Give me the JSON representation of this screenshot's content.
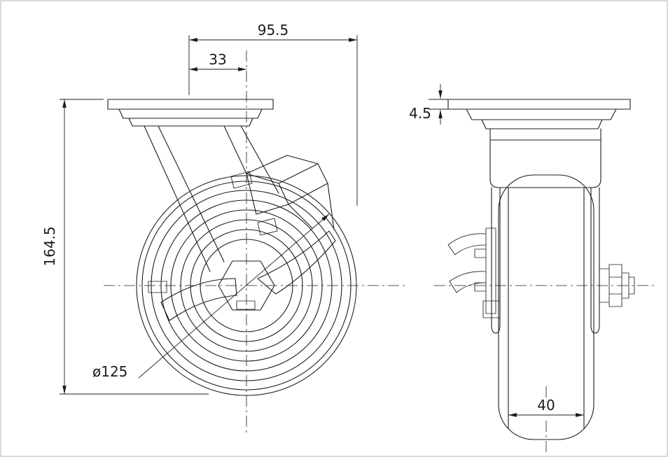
{
  "drawing": {
    "dimensions": {
      "plate_span": "95.5",
      "swivel_offset": "33",
      "overall_height": "164.5",
      "plate_thickness": "4.5",
      "wheel_diameter": "ø125",
      "tread_width": "40"
    },
    "colors": {
      "line": "#1c1c1c",
      "background": "#ffffff"
    }
  }
}
